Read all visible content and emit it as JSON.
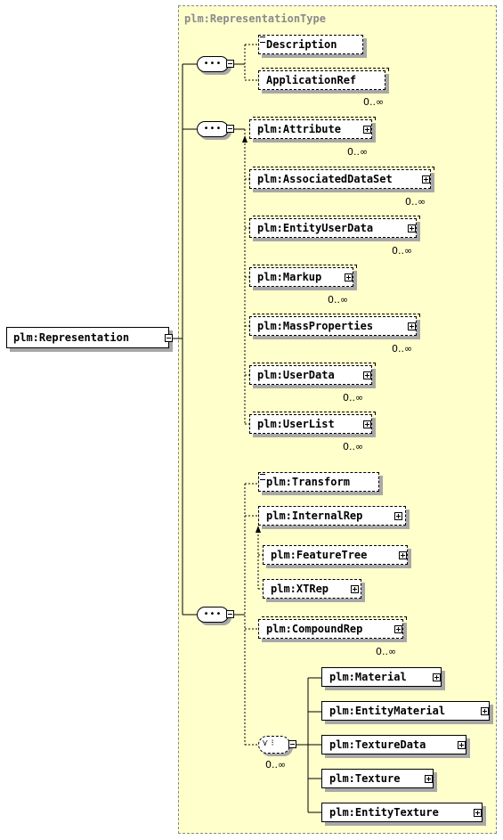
{
  "root": {
    "label": "plm:Representation"
  },
  "complex_type": {
    "label": "plm:RepresentationType"
  },
  "sequences": [
    {
      "name": "seq-1",
      "symbol": "•••"
    },
    {
      "name": "seq-2",
      "symbol": "•••"
    },
    {
      "name": "seq-3",
      "symbol": "•••"
    }
  ],
  "choice": {
    "symbol": "⋎ ⁝",
    "cardinality": "0..∞"
  },
  "elements": {
    "description": {
      "label": "Description",
      "cardinality": ""
    },
    "application_ref": {
      "label": "ApplicationRef",
      "cardinality": "0..∞"
    },
    "attribute": {
      "label": "plm:Attribute",
      "cardinality": "0..∞"
    },
    "associated_data_set": {
      "label": "plm:AssociatedDataSet",
      "cardinality": "0..∞"
    },
    "entity_user_data": {
      "label": "plm:EntityUserData",
      "cardinality": "0..∞"
    },
    "markup": {
      "label": "plm:Markup",
      "cardinality": "0..∞"
    },
    "mass_properties": {
      "label": "plm:MassProperties",
      "cardinality": "0..∞"
    },
    "user_data": {
      "label": "plm:UserData",
      "cardinality": "0..∞"
    },
    "user_list": {
      "label": "plm:UserList",
      "cardinality": "0..∞"
    },
    "transform": {
      "label": "plm:Transform",
      "cardinality": ""
    },
    "internal_rep": {
      "label": "plm:InternalRep",
      "cardinality": ""
    },
    "feature_tree": {
      "label": "plm:FeatureTree",
      "cardinality": ""
    },
    "xt_rep": {
      "label": "plm:XTRep",
      "cardinality": ""
    },
    "compound_rep": {
      "label": "plm:CompoundRep",
      "cardinality": "0..∞"
    },
    "material": {
      "label": "plm:Material",
      "cardinality": ""
    },
    "entity_material": {
      "label": "plm:EntityMaterial",
      "cardinality": ""
    },
    "texture_data": {
      "label": "plm:TextureData",
      "cardinality": ""
    },
    "texture": {
      "label": "plm:Texture",
      "cardinality": ""
    },
    "entity_texture": {
      "label": "plm:EntityTexture",
      "cardinality": ""
    }
  }
}
